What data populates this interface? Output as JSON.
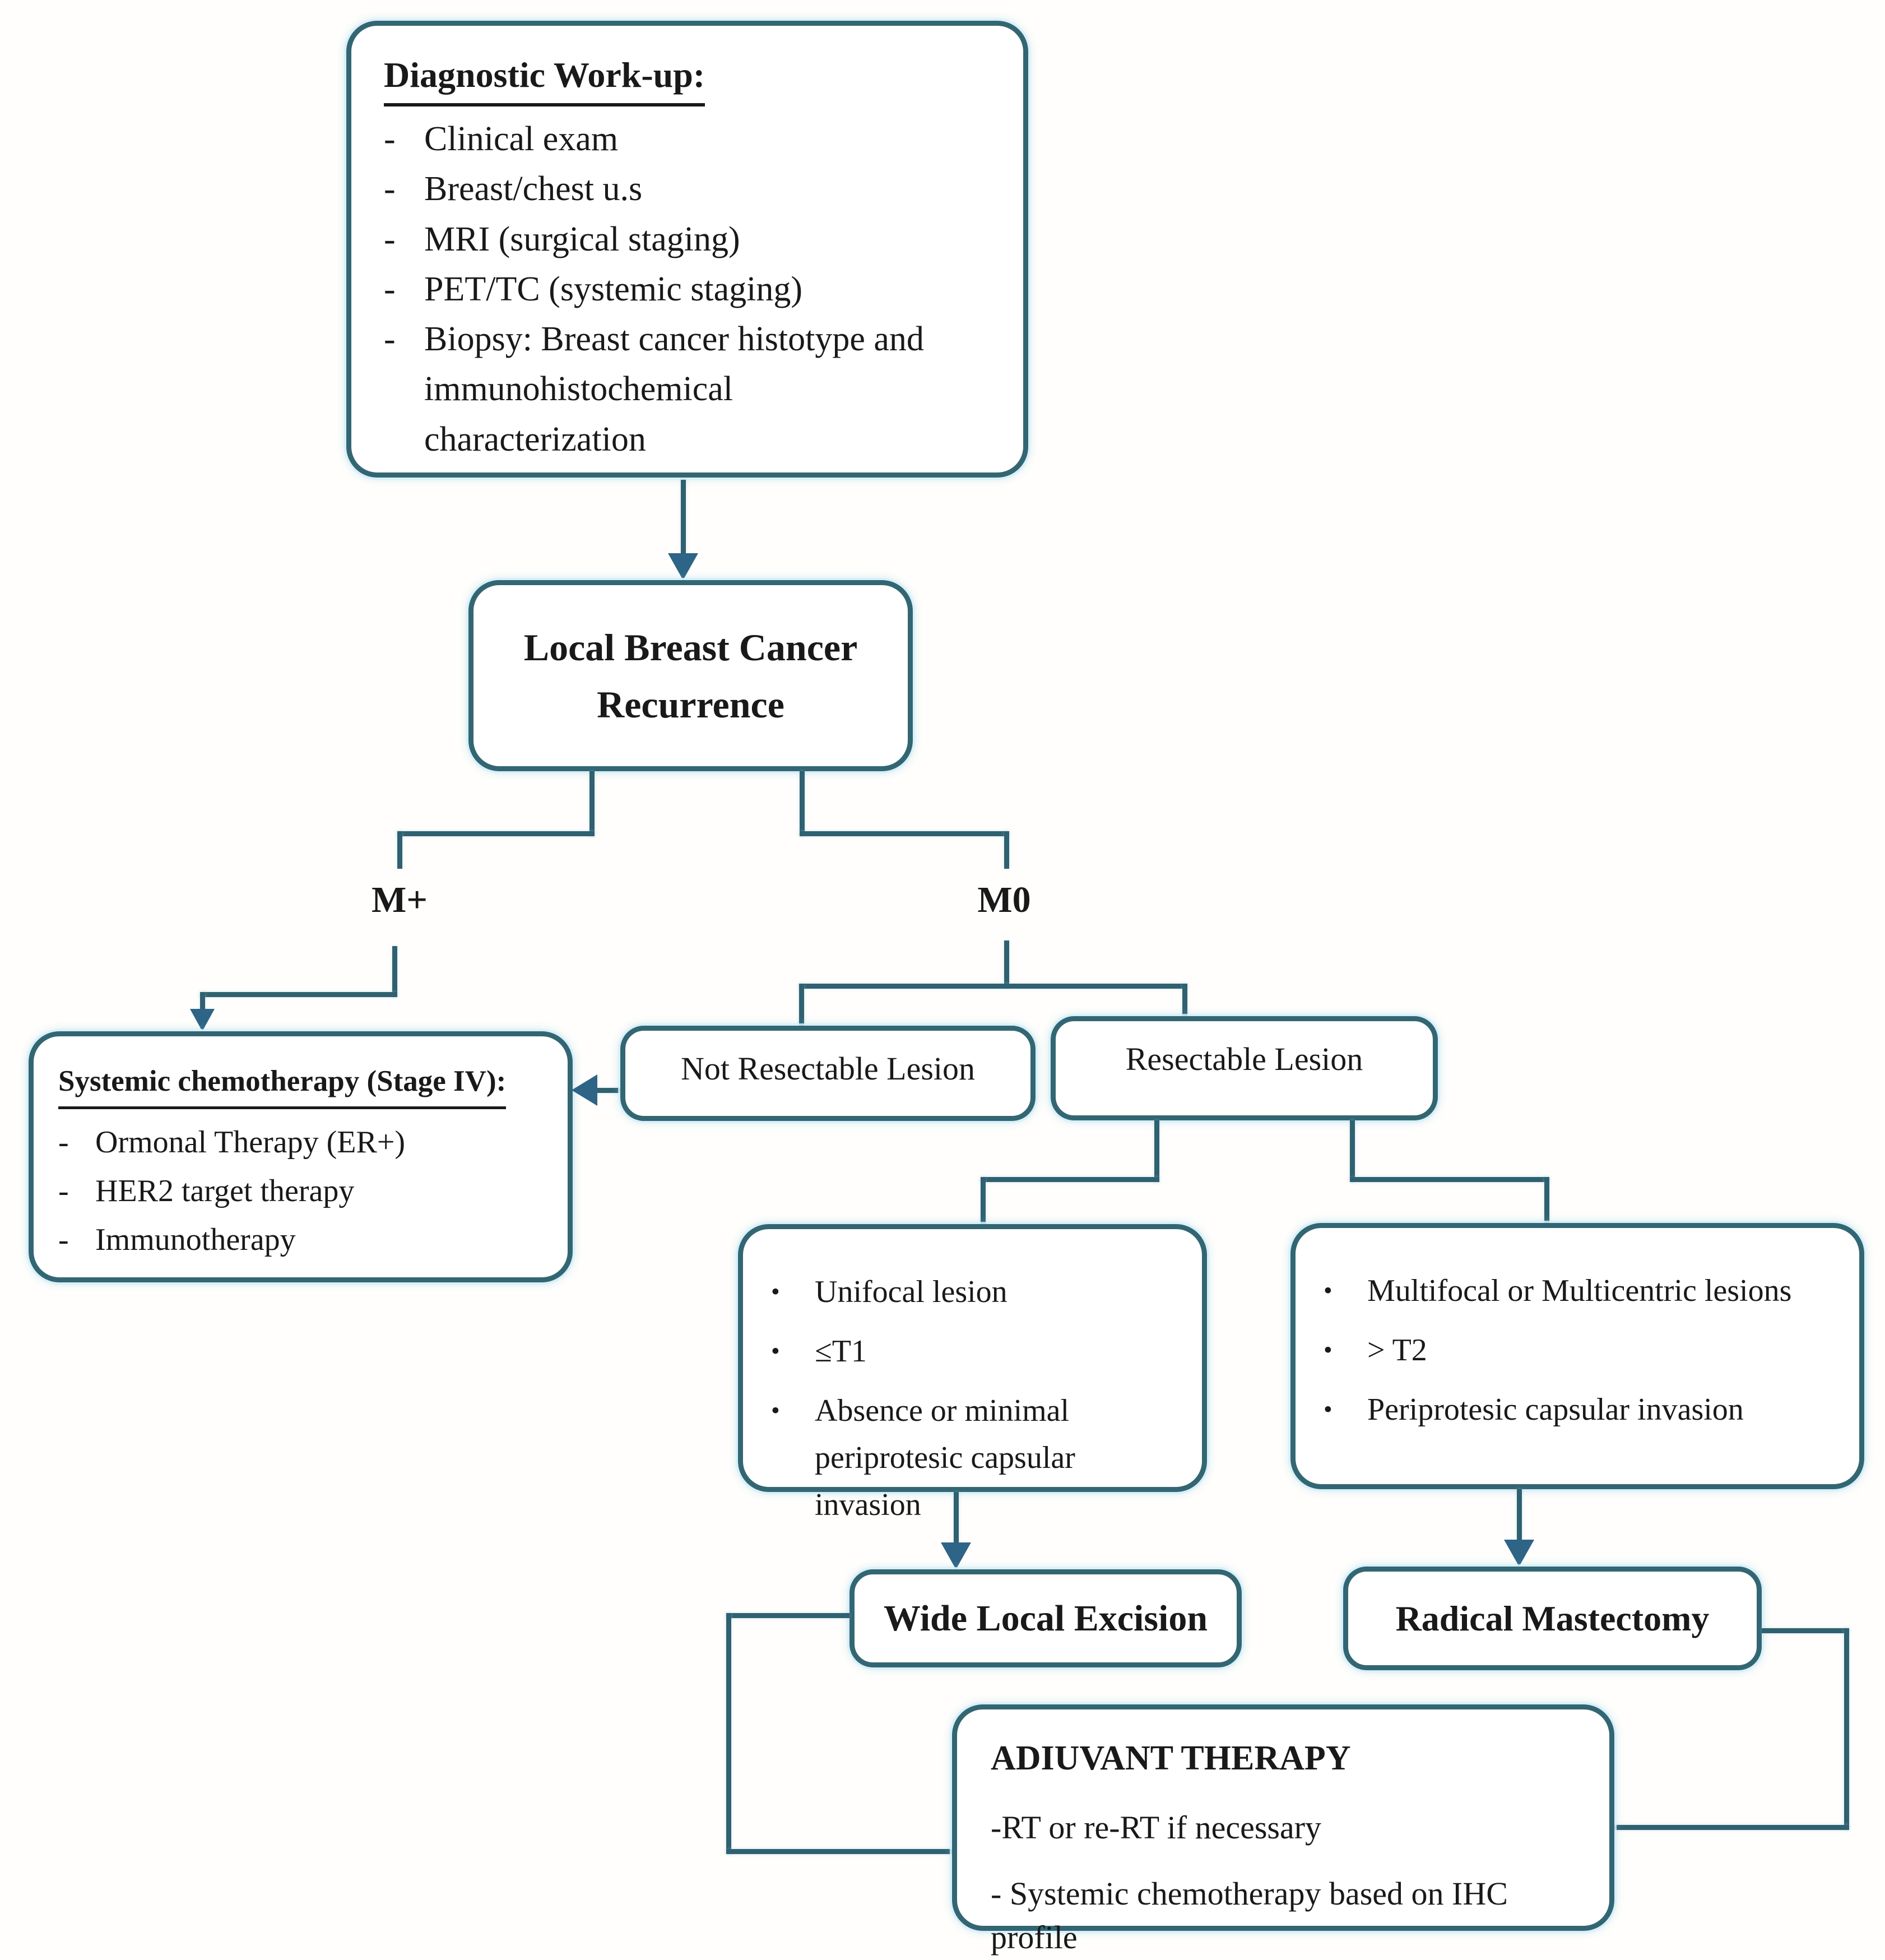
{
  "diagram": {
    "colors": {
      "line": "#2f6170",
      "border": "#336673",
      "arrow": "#2e6486",
      "text": "#191919",
      "background": "#fffefc"
    },
    "diagnostic": {
      "title": "Diagnostic Work-up:",
      "items": [
        "Clinical exam",
        "Breast/chest u.s",
        "MRI (surgical staging)",
        "PET/TC (systemic staging)",
        "Biopsy: Breast cancer histotype and immunohistochemical characterization"
      ]
    },
    "recurrence": {
      "label": "Local Breast Cancer Recurrence"
    },
    "branches": {
      "metastatic": "M+",
      "non_metastatic": "M0"
    },
    "systemic": {
      "title": "Systemic chemotherapy (Stage IV):",
      "items": [
        "Ormonal Therapy (ER+)",
        "HER2 target therapy",
        "Immunotherapy"
      ]
    },
    "not_resectable": {
      "label": "Not Resectable Lesion"
    },
    "resectable": {
      "label": "Resectable Lesion"
    },
    "unifocal_criteria": {
      "items": [
        "Unifocal lesion",
        "≤T1",
        "Absence or minimal periprotesic capsular invasion"
      ]
    },
    "multifocal_criteria": {
      "items": [
        "Multifocal or Multicentric lesions",
        "> T2",
        "Periprotesic capsular invasion"
      ]
    },
    "wide_local_excision": {
      "label": "Wide Local Excision"
    },
    "radical_mastectomy": {
      "label": "Radical Mastectomy"
    },
    "adjuvant": {
      "title": "ADIUVANT THERAPY",
      "items": [
        "-RT or re-RT if necessary",
        "- Systemic chemotherapy based on IHC profile"
      ]
    }
  }
}
